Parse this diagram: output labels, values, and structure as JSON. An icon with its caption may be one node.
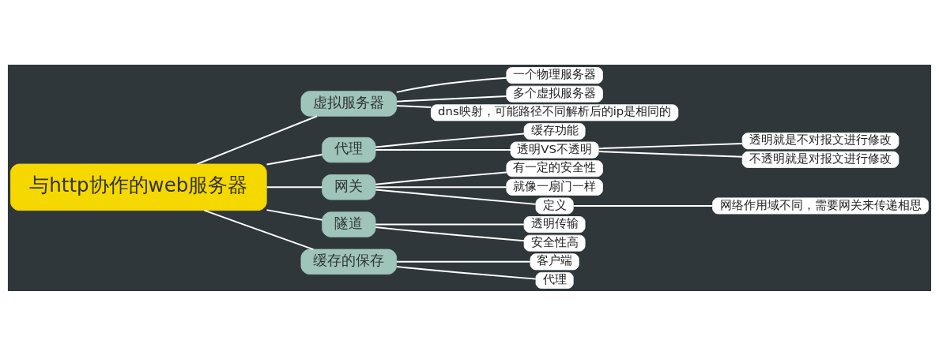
{
  "diagram": {
    "nodes": [
      {
        "text": [
          "与http协作的web服务器"
        ]
      },
      {
        "text": [
          "虚拟服务器"
        ]
      },
      {
        "text": [
          "一个物理服务器"
        ]
      },
      {
        "text": [
          "多个虚拟服务器"
        ]
      },
      {
        "text": [
          "dns映射，可能路径不同解析后的ip是相同的"
        ]
      },
      {
        "text": [
          "代理"
        ]
      },
      {
        "text": [
          "缓存功能"
        ]
      },
      {
        "text": [
          "透明VS不透明"
        ]
      },
      {
        "text": [
          "透明就是不对报文进行修改"
        ]
      },
      {
        "text": [
          "不透明就是对报文进行修改"
        ]
      },
      {
        "text": [
          "网关"
        ]
      },
      {
        "text": [
          "有一定的安全性"
        ]
      },
      {
        "text": [
          "就像一扇门一样"
        ]
      },
      {
        "text": [
          "定义"
        ]
      },
      {
        "text": [
          "网络作用域不同，需要网关来传递相思"
        ]
      },
      {
        "text": [
          "隧道"
        ]
      },
      {
        "text": [
          "透明传输"
        ]
      },
      {
        "text": [
          "安全性高"
        ]
      },
      {
        "text": [
          "缓存的保存"
        ]
      },
      {
        "text": [
          "客户端"
        ]
      },
      {
        "text": [
          "代理"
        ]
      }
    ],
    "edges": [
      {
        "from": 0,
        "to": 1,
        "arrow": "none"
      },
      {
        "from": 1,
        "to": 2,
        "arrow": "none"
      },
      {
        "from": 1,
        "to": 3,
        "arrow": "none"
      },
      {
        "from": 1,
        "to": 4,
        "arrow": "none"
      },
      {
        "from": 0,
        "to": 5,
        "arrow": "none"
      },
      {
        "from": 5,
        "to": 6,
        "arrow": "none"
      },
      {
        "from": 5,
        "to": 7,
        "arrow": "none"
      },
      {
        "from": 7,
        "to": 8,
        "arrow": "none"
      },
      {
        "from": 7,
        "to": 9,
        "arrow": "none"
      },
      {
        "from": 0,
        "to": 10,
        "arrow": "none"
      },
      {
        "from": 10,
        "to": 11,
        "arrow": "none"
      },
      {
        "from": 10,
        "to": 12,
        "arrow": "none"
      },
      {
        "from": 10,
        "to": 13,
        "arrow": "none"
      },
      {
        "from": 13,
        "to": 14,
        "arrow": "none"
      },
      {
        "from": 0,
        "to": 15,
        "arrow": "none"
      },
      {
        "from": 15,
        "to": 16,
        "arrow": "none"
      },
      {
        "from": 15,
        "to": 17,
        "arrow": "none"
      },
      {
        "from": 0,
        "to": 18,
        "arrow": "none"
      },
      {
        "from": 18,
        "to": 19,
        "arrow": "none"
      },
      {
        "from": 18,
        "to": 20,
        "arrow": "none"
      }
    ]
  }
}
